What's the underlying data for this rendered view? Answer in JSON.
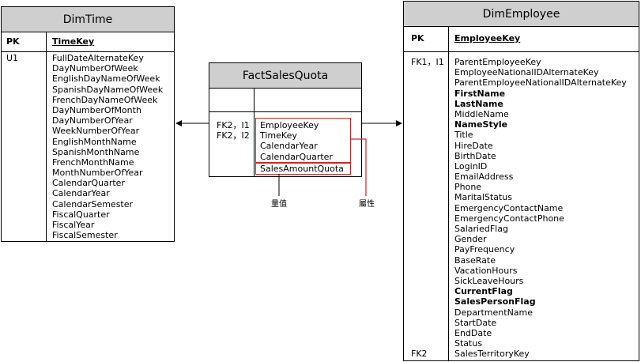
{
  "dim_time": {
    "title": "DimTime",
    "pk_label": "PK",
    "pk_name": "TimeKey",
    "key_tag": "U1",
    "attributes": [
      "FullDateAlternateKey",
      "DayNumberOfWeek",
      "EnglishDayNameOfWeek",
      "SpanishDayNameOfWeek",
      "FrenchDayNameOfWeek",
      "DayNumberOfMonth",
      "DayNumberOfYear",
      "WeekNumberOfYear",
      "EnglishMonthName",
      "SpanishMonthName",
      "FrenchMonthName",
      "MonthNumberOfYear",
      "CalendarQuarter",
      "CalendarYear",
      "CalendarSemester",
      "FiscalQuarter",
      "FiscalYear",
      "FiscalSemester"
    ]
  },
  "fact_sales_quota": {
    "title": "FactSalesQuota",
    "key_tags": [
      "FK2，I1",
      "FK2，I2"
    ],
    "attributes": [
      "EmployeeKey",
      "TimeKey",
      "CalendarYear",
      "CalendarQuarter"
    ],
    "measure": "SalesAmountQuota"
  },
  "dim_employee": {
    "title": "DimEmployee",
    "pk_label": "PK",
    "pk_name": "EmployeeKey",
    "key_tag_top": "FK1，I1",
    "key_tag_bottom": "FK2",
    "attributes": [
      {
        "name": "ParentEmployeeKey",
        "bold": false
      },
      {
        "name": "EmployeeNationalIDAlternateKey",
        "bold": false
      },
      {
        "name": "ParentEmployeeNationalIDAlternateKey",
        "bold": false
      },
      {
        "name": "FirstName",
        "bold": true
      },
      {
        "name": "LastName",
        "bold": true
      },
      {
        "name": "MiddleName",
        "bold": false
      },
      {
        "name": "NameStyle",
        "bold": true
      },
      {
        "name": "Title",
        "bold": false
      },
      {
        "name": "HireDate",
        "bold": false
      },
      {
        "name": "BirthDate",
        "bold": false
      },
      {
        "name": "LoginID",
        "bold": false
      },
      {
        "name": "EmailAddress",
        "bold": false
      },
      {
        "name": "Phone",
        "bold": false
      },
      {
        "name": "MaritalStatus",
        "bold": false
      },
      {
        "name": "EmergencyContactName",
        "bold": false
      },
      {
        "name": "EmergencyContactPhone",
        "bold": false
      },
      {
        "name": "SalariedFlag",
        "bold": false
      },
      {
        "name": "Gender",
        "bold": false
      },
      {
        "name": "PayFrequency",
        "bold": false
      },
      {
        "name": "BaseRate",
        "bold": false
      },
      {
        "name": "VacationHours",
        "bold": false
      },
      {
        "name": "SickLeaveHours",
        "bold": false
      },
      {
        "name": "CurrentFlag",
        "bold": true
      },
      {
        "name": "SalesPersonFlag",
        "bold": true
      },
      {
        "name": "DepartmentName",
        "bold": false
      },
      {
        "name": "StartDate",
        "bold": false
      },
      {
        "name": "EndDate",
        "bold": false
      },
      {
        "name": "Status",
        "bold": false
      },
      {
        "name": "SalesTerritoryKey",
        "bold": false
      }
    ]
  },
  "callouts": {
    "measure_label": "量值",
    "attribute_label": "屬性"
  },
  "colors": {
    "header_fill": "#cfcfcf",
    "highlight": "#c62828"
  }
}
